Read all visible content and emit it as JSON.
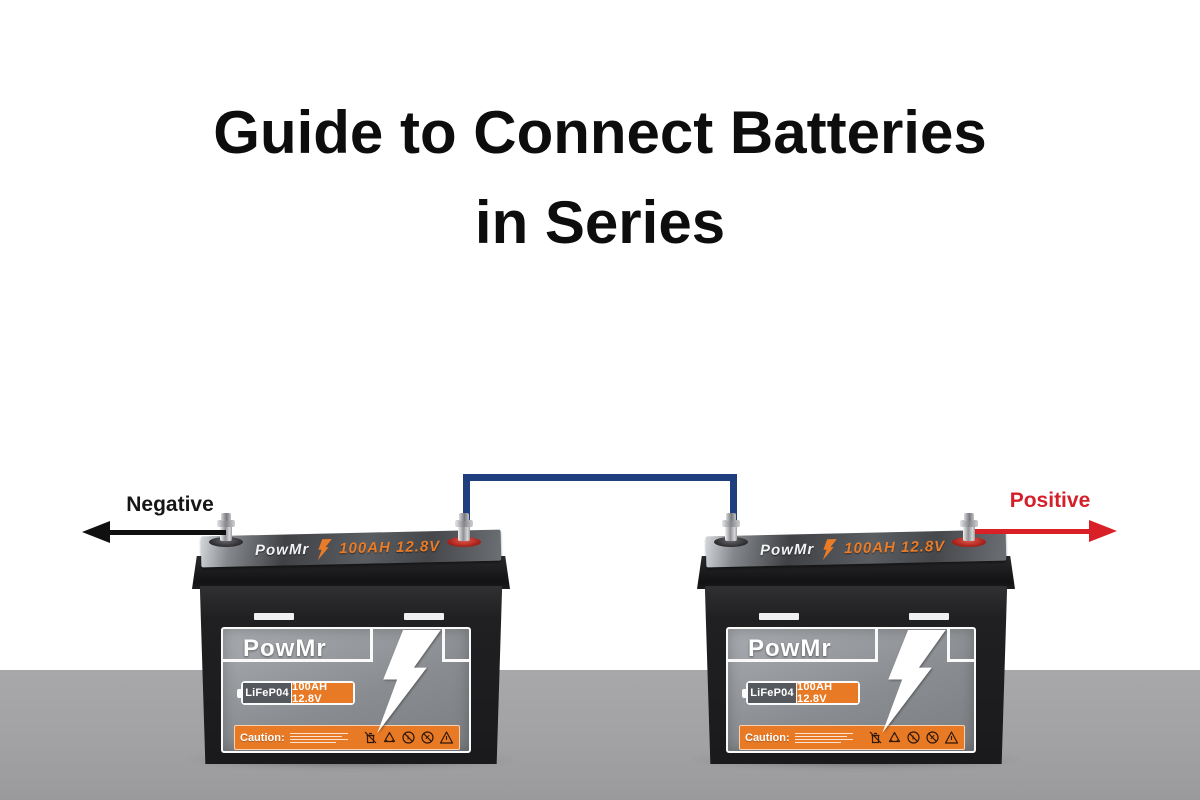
{
  "title": {
    "line1": "Guide to Connect Batteries",
    "line2": "in Series"
  },
  "annotations": {
    "negative": {
      "label": "Negative",
      "arrow_color": "#101010",
      "direction": "left"
    },
    "positive": {
      "label": "Positive",
      "arrow_color": "#d92026",
      "direction": "right"
    }
  },
  "wire": {
    "color": "#1f3e7e",
    "connects": "left battery positive terminal to right battery negative terminal"
  },
  "floor": {
    "color": "#a2a2a4"
  },
  "battery": {
    "brand": "PowMr",
    "top_strip": {
      "brand": "PowMr",
      "spec": "100AH 12.8V",
      "accent": "#ea7c28"
    },
    "label": {
      "brand": "PowMr",
      "chemistry": "LiFeP04",
      "spec": "100AH 12.8V",
      "caution": "Caution:",
      "accent_orange": "#e87a25"
    }
  },
  "icons": {
    "label_bolt": "lightning-bolt-icon",
    "strip_bolt": "lightning-bolt-icon",
    "caution_icons": [
      "no-trash-icon",
      "recycle-icon",
      "no-shock-icon",
      "no-fire-icon",
      "hazard-warning-icon"
    ]
  }
}
